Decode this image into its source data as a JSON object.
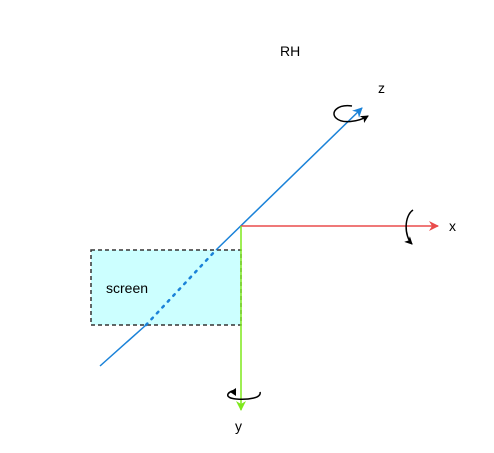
{
  "diagram": {
    "title": "RH",
    "screen_label": "screen",
    "axes": {
      "x": {
        "label": "x",
        "color": "#ea4b4b"
      },
      "y": {
        "label": "y",
        "color": "#7ee81c"
      },
      "z": {
        "label": "z",
        "color": "#1a82d8"
      }
    },
    "screen": {
      "fill": "#ccffff",
      "border": "#333333"
    }
  }
}
